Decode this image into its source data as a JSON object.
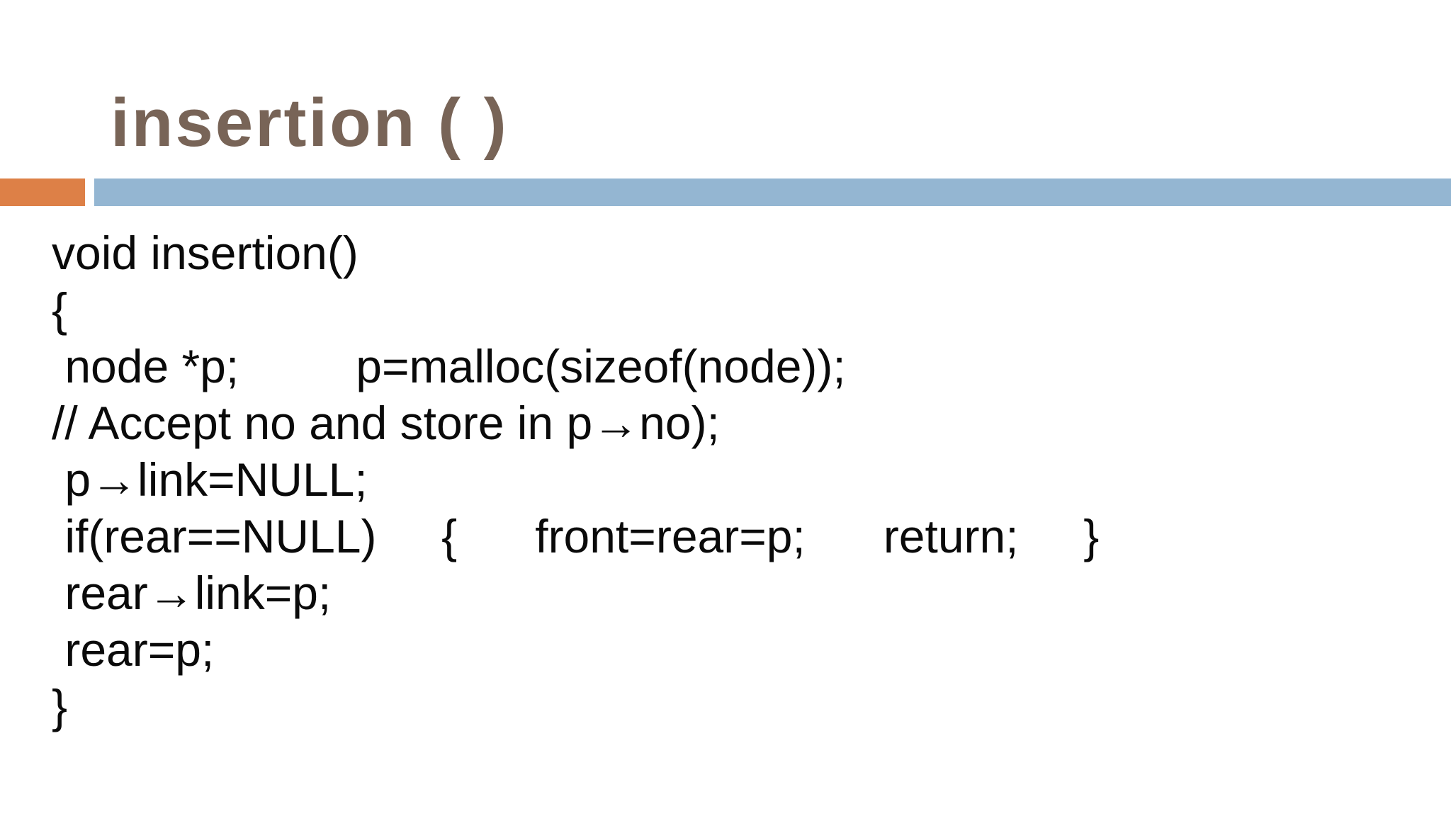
{
  "slide": {
    "title": "insertion ( )",
    "colors": {
      "title": "#786457",
      "accent_orange": "#DD8047",
      "accent_blue": "#94B6D2",
      "code_text": "#0A0A0A",
      "background": "#FFFFFF"
    },
    "code_lines": [
      "void insertion()",
      "{",
      " node *p;         p=malloc(sizeof(node));",
      "// Accept no and store in p→no);",
      " p→link=NULL;",
      " if(rear==NULL)     {      front=rear=p;      return;     }",
      " rear→link=p;",
      " rear=p;",
      "}"
    ]
  }
}
